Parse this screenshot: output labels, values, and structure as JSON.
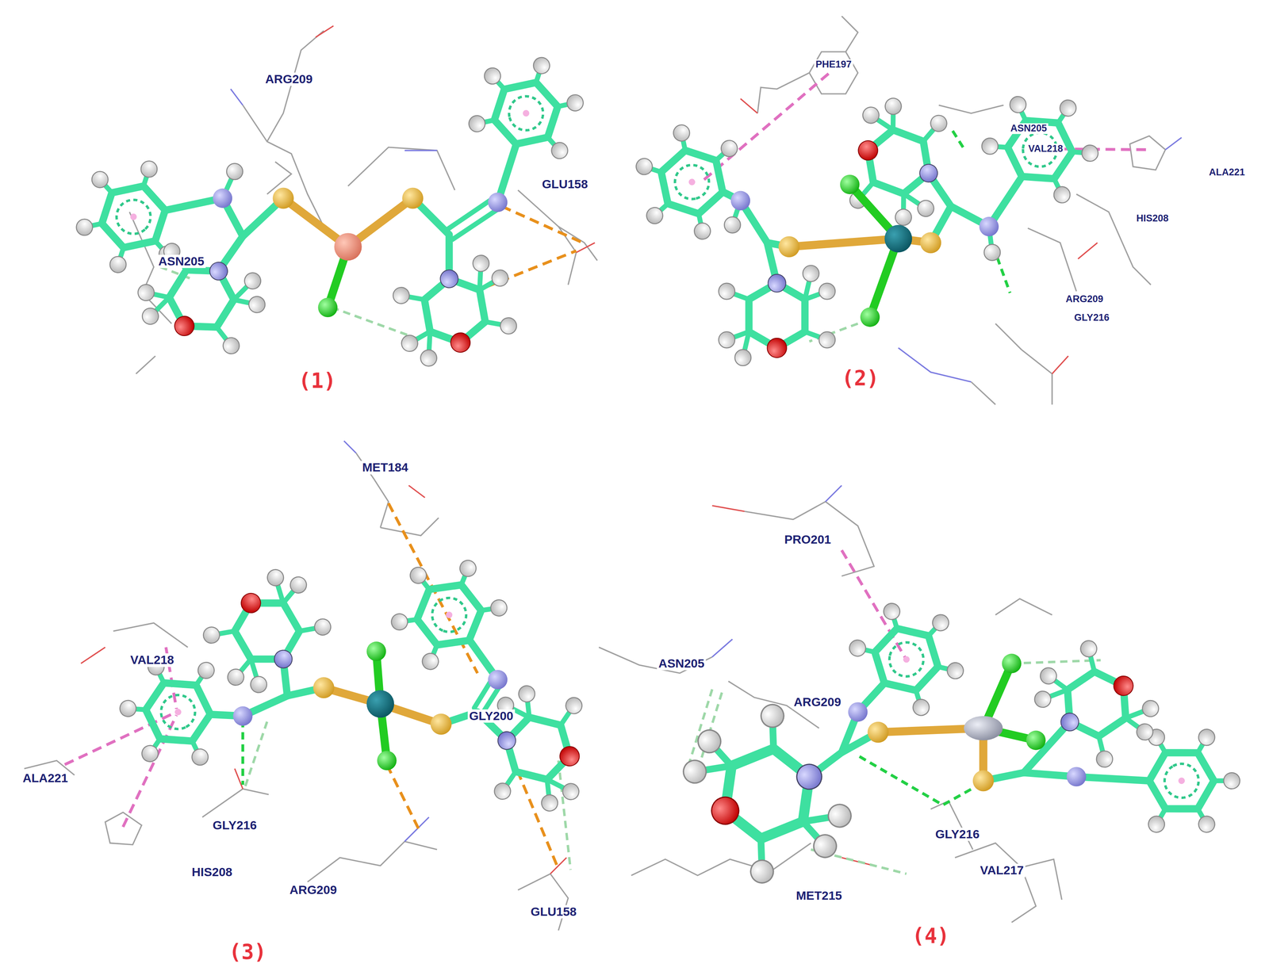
{
  "diagram": {
    "labels": [
      "ARG209",
      "GLU158",
      "ASN205",
      "(1)",
      "PHE197",
      "ASN205",
      "VAL218",
      "ALA221",
      "HIS208",
      "ARG209",
      "GLY216",
      "(2)",
      "MET184",
      "VAL218",
      "GLY200",
      "ALA221",
      "GLY216",
      "HIS208",
      "ARG209",
      "GLU158",
      "(3)",
      "PRO201",
      "ASN205",
      "ARG209",
      "GLY216",
      "VAL217",
      "MET215",
      "(4)"
    ]
  }
}
